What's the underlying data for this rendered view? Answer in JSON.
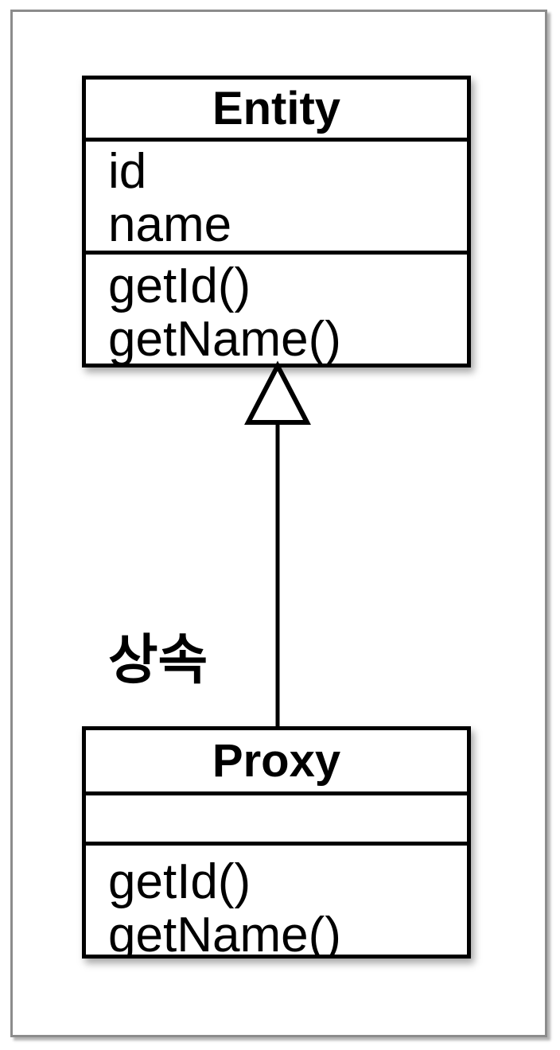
{
  "diagram": {
    "title": "proxy-pattern-class-diagram",
    "classes": [
      {
        "name": "Entity",
        "attributes": [
          "id",
          "name"
        ],
        "methods": [
          "getId()",
          "getName()"
        ]
      },
      {
        "name": "Proxy",
        "attributes": [],
        "methods": [
          "getId()",
          "getName()"
        ]
      }
    ],
    "relationship": {
      "label": "상속",
      "type": "generalization",
      "from": "Proxy",
      "to": "Entity"
    },
    "colors": {
      "stroke": "#000000",
      "fill": "#ffffff",
      "frame_border": "#8c8c8c"
    }
  }
}
